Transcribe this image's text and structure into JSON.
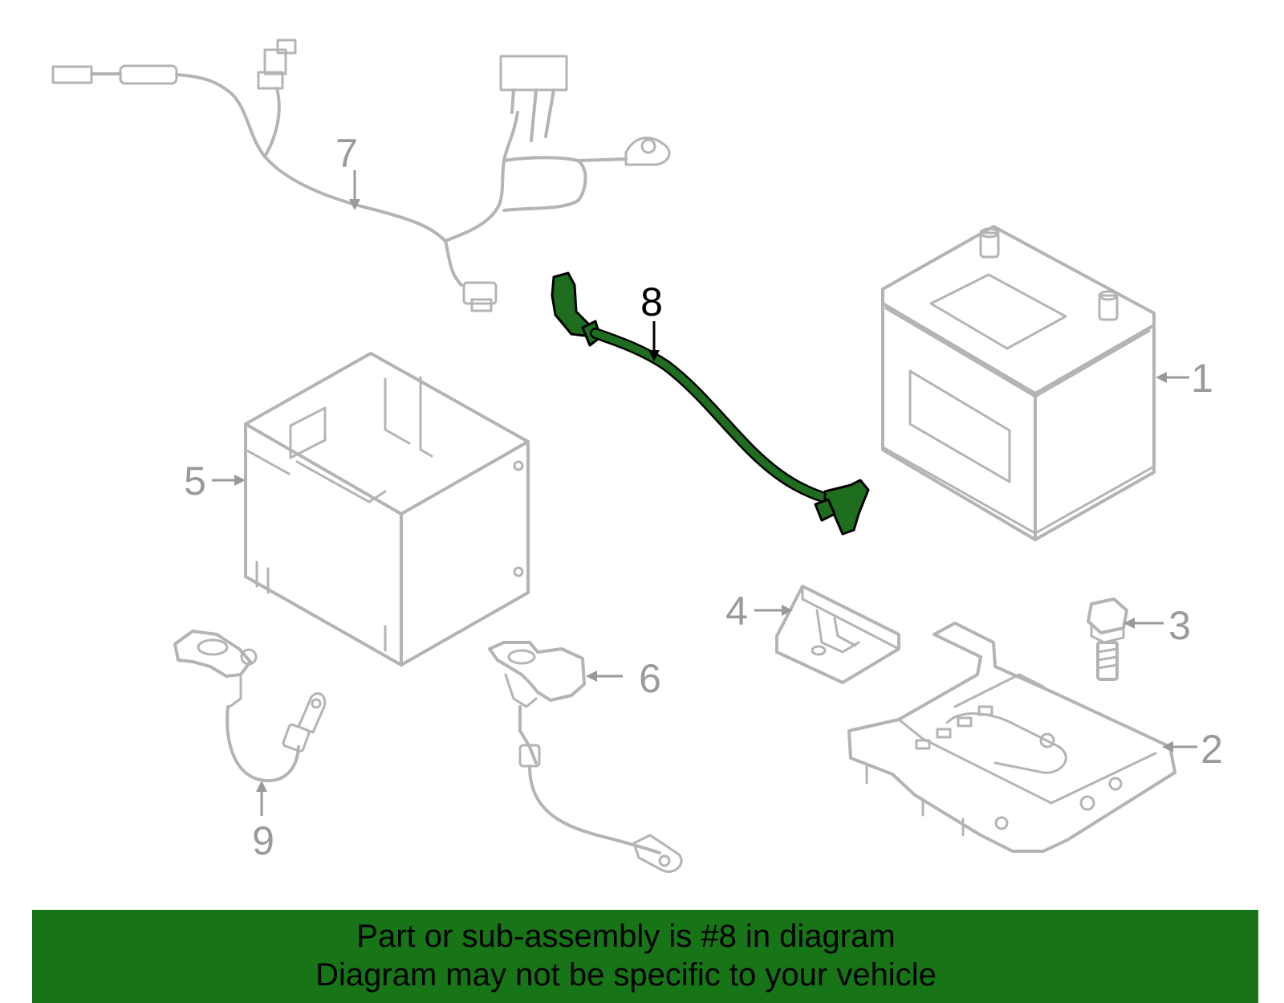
{
  "diagram": {
    "highlight_color": "#1f6e1f",
    "banner_color": "#177417",
    "parts": [
      {
        "number": "1",
        "icon": "battery-icon"
      },
      {
        "number": "2",
        "icon": "battery-tray-icon"
      },
      {
        "number": "3",
        "icon": "bolt-icon"
      },
      {
        "number": "4",
        "icon": "hold-down-bracket-icon"
      },
      {
        "number": "5",
        "icon": "battery-box-icon"
      },
      {
        "number": "6",
        "icon": "positive-cable-icon"
      },
      {
        "number": "7",
        "icon": "wiring-harness-icon"
      },
      {
        "number": "8",
        "icon": "highlighted-cable-icon"
      },
      {
        "number": "9",
        "icon": "negative-cable-icon"
      }
    ]
  },
  "banner": {
    "line1": "Part or sub-assembly is #8 in diagram",
    "line2": "Diagram may not be specific to your vehicle"
  }
}
